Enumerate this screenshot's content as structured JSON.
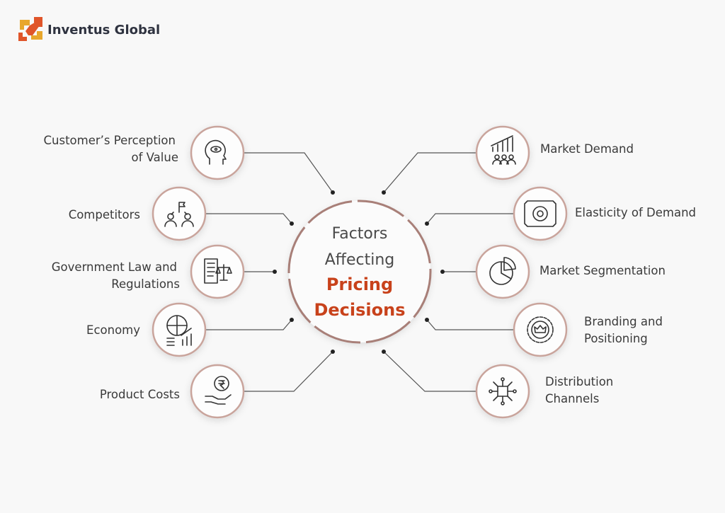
{
  "brand": {
    "name": "Inventus Global",
    "colors": {
      "orange": "#e0552a",
      "gold": "#e8a72c",
      "accent": "#c8421b"
    }
  },
  "center": {
    "line1": "Factors",
    "line2": "Affecting",
    "line3": "Pricing",
    "line4": "Decisions"
  },
  "left_factors": [
    {
      "line1": "Customer’s Perception",
      "line2": "of Value",
      "icon": "head-eye-icon"
    },
    {
      "line1": "Competitors",
      "icon": "competitors-flag-icon"
    },
    {
      "line1": "Government Law and",
      "line2": "Regulations",
      "icon": "legal-document-scale-icon"
    },
    {
      "line1": "Economy",
      "icon": "globe-coins-chart-icon"
    },
    {
      "line1": "Product Costs",
      "icon": "rupee-hand-icon"
    }
  ],
  "right_factors": [
    {
      "line1": "Market Demand",
      "icon": "bar-chart-people-icon"
    },
    {
      "line1": "Elasticity of Demand",
      "icon": "gear-arrows-icon"
    },
    {
      "line1": "Market Segmentation",
      "icon": "pie-chart-icon"
    },
    {
      "line1": "Branding and",
      "line2": "Positioning",
      "icon": "crown-badge-icon"
    },
    {
      "line1": "Distribution",
      "line2": "Channels",
      "icon": "network-box-icon"
    }
  ]
}
